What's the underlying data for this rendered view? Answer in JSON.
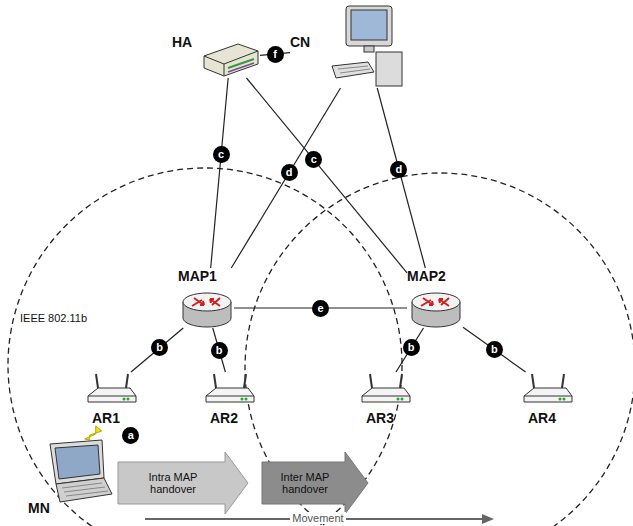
{
  "diagram": {
    "nodes": [
      {
        "text": [
          "HA"
        ]
      },
      {
        "text": [
          "CN"
        ]
      },
      {
        "text": [
          "MAP1"
        ]
      },
      {
        "text": [
          "MAP2"
        ]
      },
      {
        "text": [
          "AR1"
        ]
      },
      {
        "text": [
          "AR2"
        ]
      },
      {
        "text": [
          "AR3"
        ]
      },
      {
        "text": [
          "AR4"
        ]
      },
      {
        "text": [
          "MN"
        ]
      }
    ],
    "edges": [
      {
        "from": 0,
        "to": 1,
        "label": "f",
        "arrow": "none"
      },
      {
        "from": 0,
        "to": 2,
        "label": "c",
        "arrow": "none"
      },
      {
        "from": 0,
        "to": 3,
        "label": "c",
        "arrow": "none"
      },
      {
        "from": 1,
        "to": 2,
        "label": "d",
        "arrow": "none"
      },
      {
        "from": 1,
        "to": 3,
        "label": "d",
        "arrow": "none"
      },
      {
        "from": 2,
        "to": 3,
        "label": "e",
        "arrow": "none"
      },
      {
        "from": 2,
        "to": 4,
        "label": "b",
        "arrow": "none"
      },
      {
        "from": 2,
        "to": 5,
        "label": "b",
        "arrow": "none"
      },
      {
        "from": 3,
        "to": 6,
        "label": "b",
        "arrow": "none"
      },
      {
        "from": 3,
        "to": 7,
        "label": "b",
        "arrow": "none"
      },
      {
        "from": 4,
        "to": 8,
        "label": "a",
        "arrow": "none"
      }
    ],
    "labels": [
      "IEEE 802.11b",
      "Intra MAP handover",
      "Inter MAP handover",
      "Movement"
    ]
  }
}
